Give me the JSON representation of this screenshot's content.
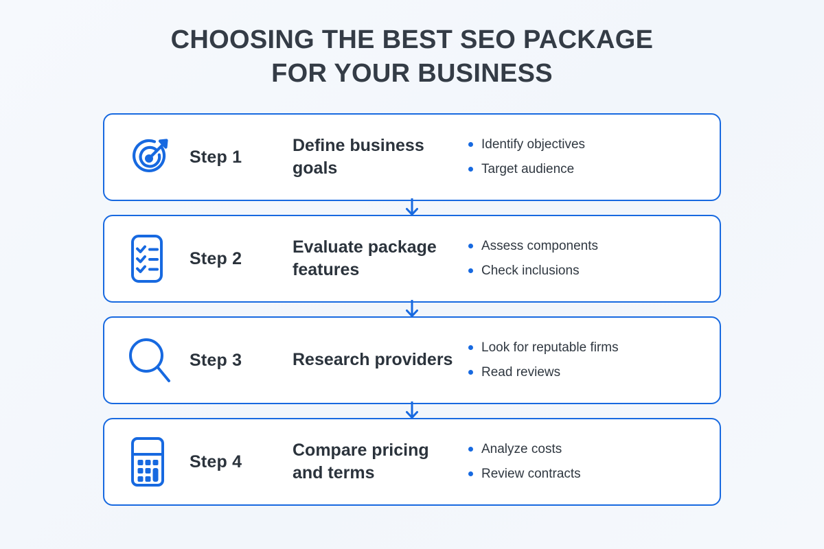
{
  "title": {
    "line1": "CHOOSING THE BEST SEO PACKAGE",
    "line2": "FOR YOUR BUSINESS"
  },
  "colors": {
    "accent": "#1769e0",
    "text": "#2b333c",
    "background": "#f4f8fc",
    "card": "#ffffff"
  },
  "steps": [
    {
      "icon": "target-icon",
      "step_label": "Step 1",
      "heading": "Define business goals",
      "bullets": [
        "Identify objectives",
        "Target audience"
      ]
    },
    {
      "icon": "checklist-icon",
      "step_label": "Step 2",
      "heading": "Evaluate package features",
      "bullets": [
        "Assess components",
        "Check inclusions"
      ]
    },
    {
      "icon": "magnifier-icon",
      "step_label": "Step 3",
      "heading": "Research providers",
      "bullets": [
        "Look for reputable firms",
        "Read reviews"
      ]
    },
    {
      "icon": "calculator-icon",
      "step_label": "Step 4",
      "heading": "Compare pricing and terms",
      "bullets": [
        "Analyze costs",
        "Review contracts"
      ]
    }
  ],
  "connectors": [
    {
      "name": "arrow-down-1"
    },
    {
      "name": "arrow-down-2"
    },
    {
      "name": "arrow-down-3"
    }
  ]
}
